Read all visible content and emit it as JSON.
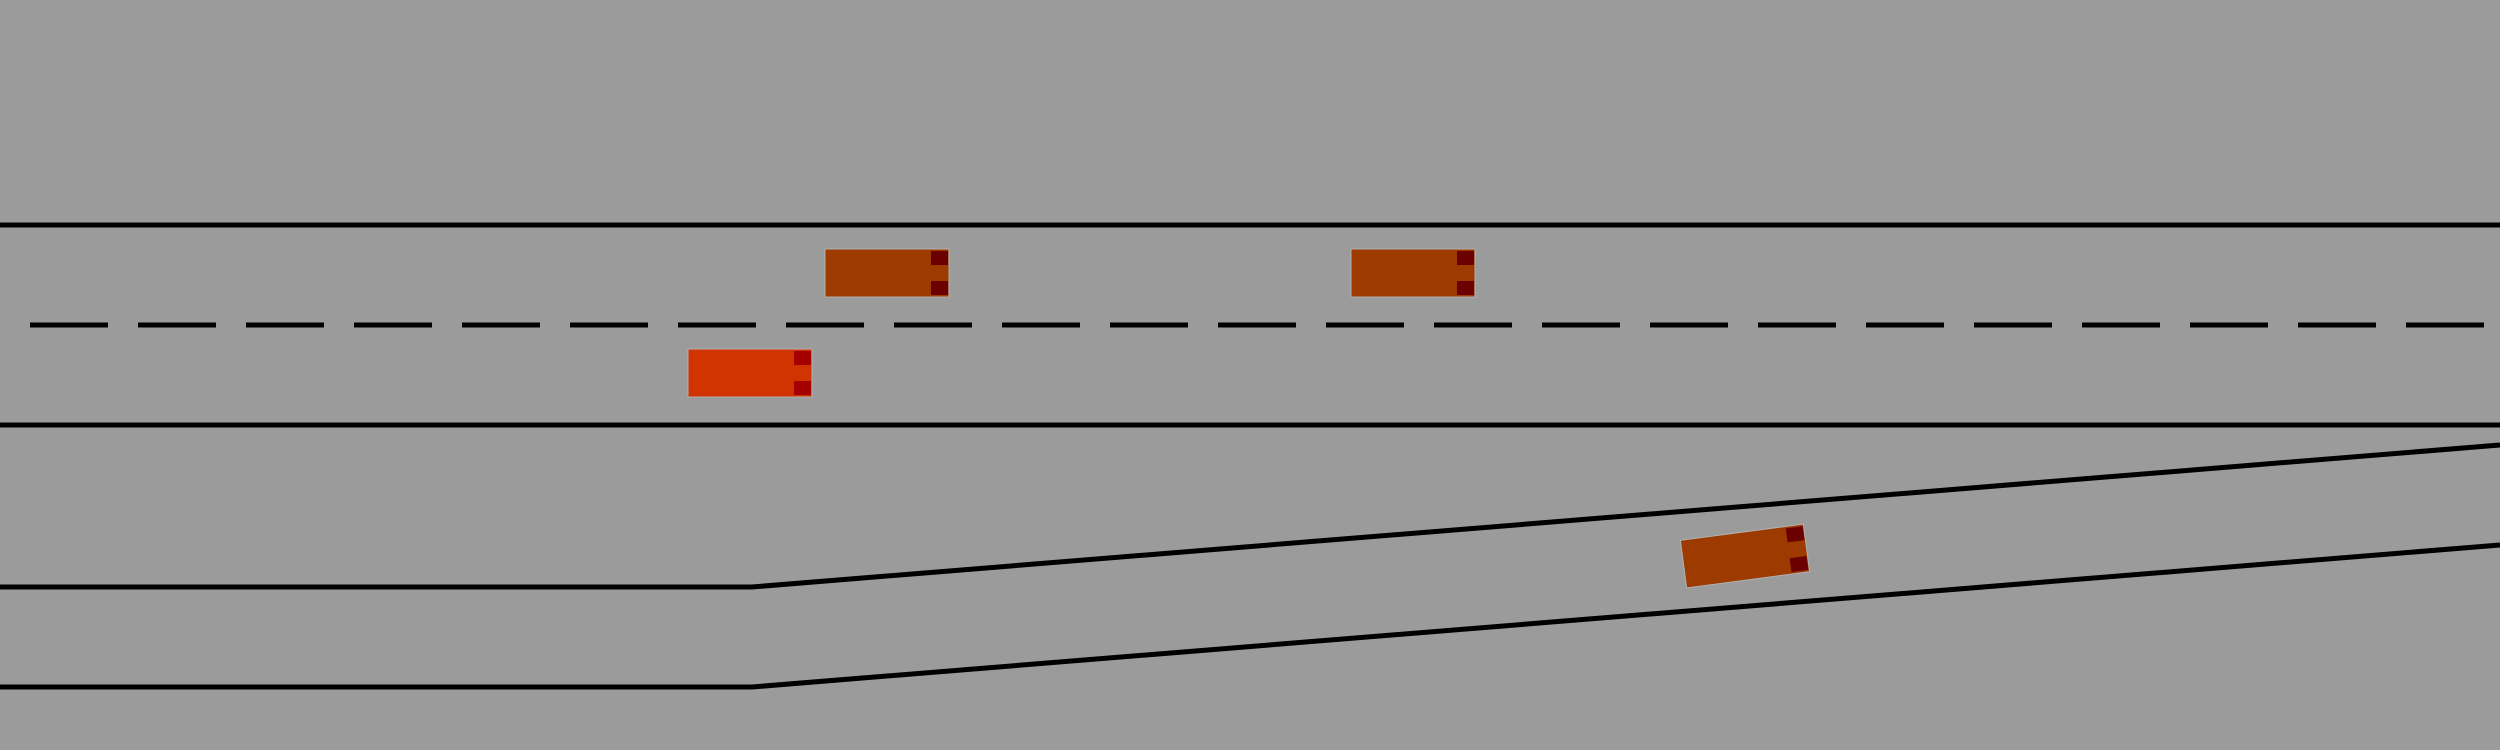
{
  "scene": {
    "type": "highway-merge-simulation",
    "background_color": "#9b9b9b",
    "line_color": "#000000",
    "road": {
      "main_lanes": 2,
      "lane_divider": "dashed",
      "on_ramp": "merging-from-bottom-left"
    },
    "vehicles": [
      {
        "id": "ego",
        "role": "controlled",
        "lane": "main-lower",
        "body_color": "#d13400",
        "light_color": "#a40000"
      },
      {
        "id": "other-1",
        "role": "traffic",
        "lane": "main-upper",
        "body_color": "#9c3a00",
        "light_color": "#6a0000"
      },
      {
        "id": "other-2",
        "role": "traffic",
        "lane": "main-upper",
        "body_color": "#9c3a00",
        "light_color": "#6a0000"
      },
      {
        "id": "other-3",
        "role": "traffic",
        "lane": "on-ramp",
        "body_color": "#9c3a00",
        "light_color": "#6a0000"
      }
    ]
  }
}
